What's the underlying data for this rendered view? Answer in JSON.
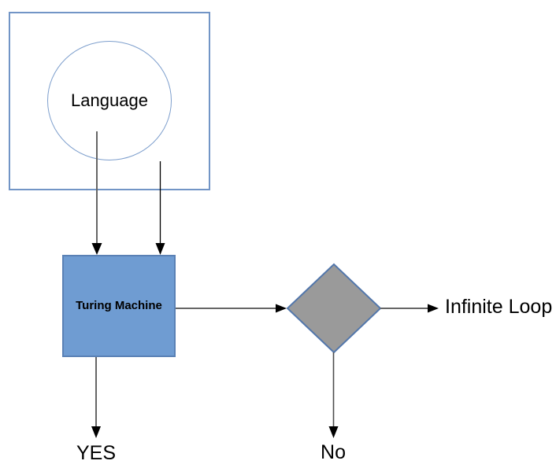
{
  "diagram": {
    "nodes": {
      "language_set": {
        "label": "Language"
      },
      "turing_machine": {
        "label": "Turing Machine"
      }
    },
    "labels": {
      "yes": "YES",
      "no": "No",
      "infinite_loop": "Infinite Loop"
    },
    "colors": {
      "container_border": "#7295c6",
      "circle_border": "#7e9fcd",
      "box_fill": "#6f9cd2",
      "box_border": "#5a81b5",
      "diamond_fill": "#9a9a9a",
      "diamond_border": "#5377ab",
      "line_gray": "#666666",
      "line_black": "#000000",
      "arrowhead": "#000000",
      "text": "#000000",
      "page_bg": "#ffffff"
    }
  }
}
